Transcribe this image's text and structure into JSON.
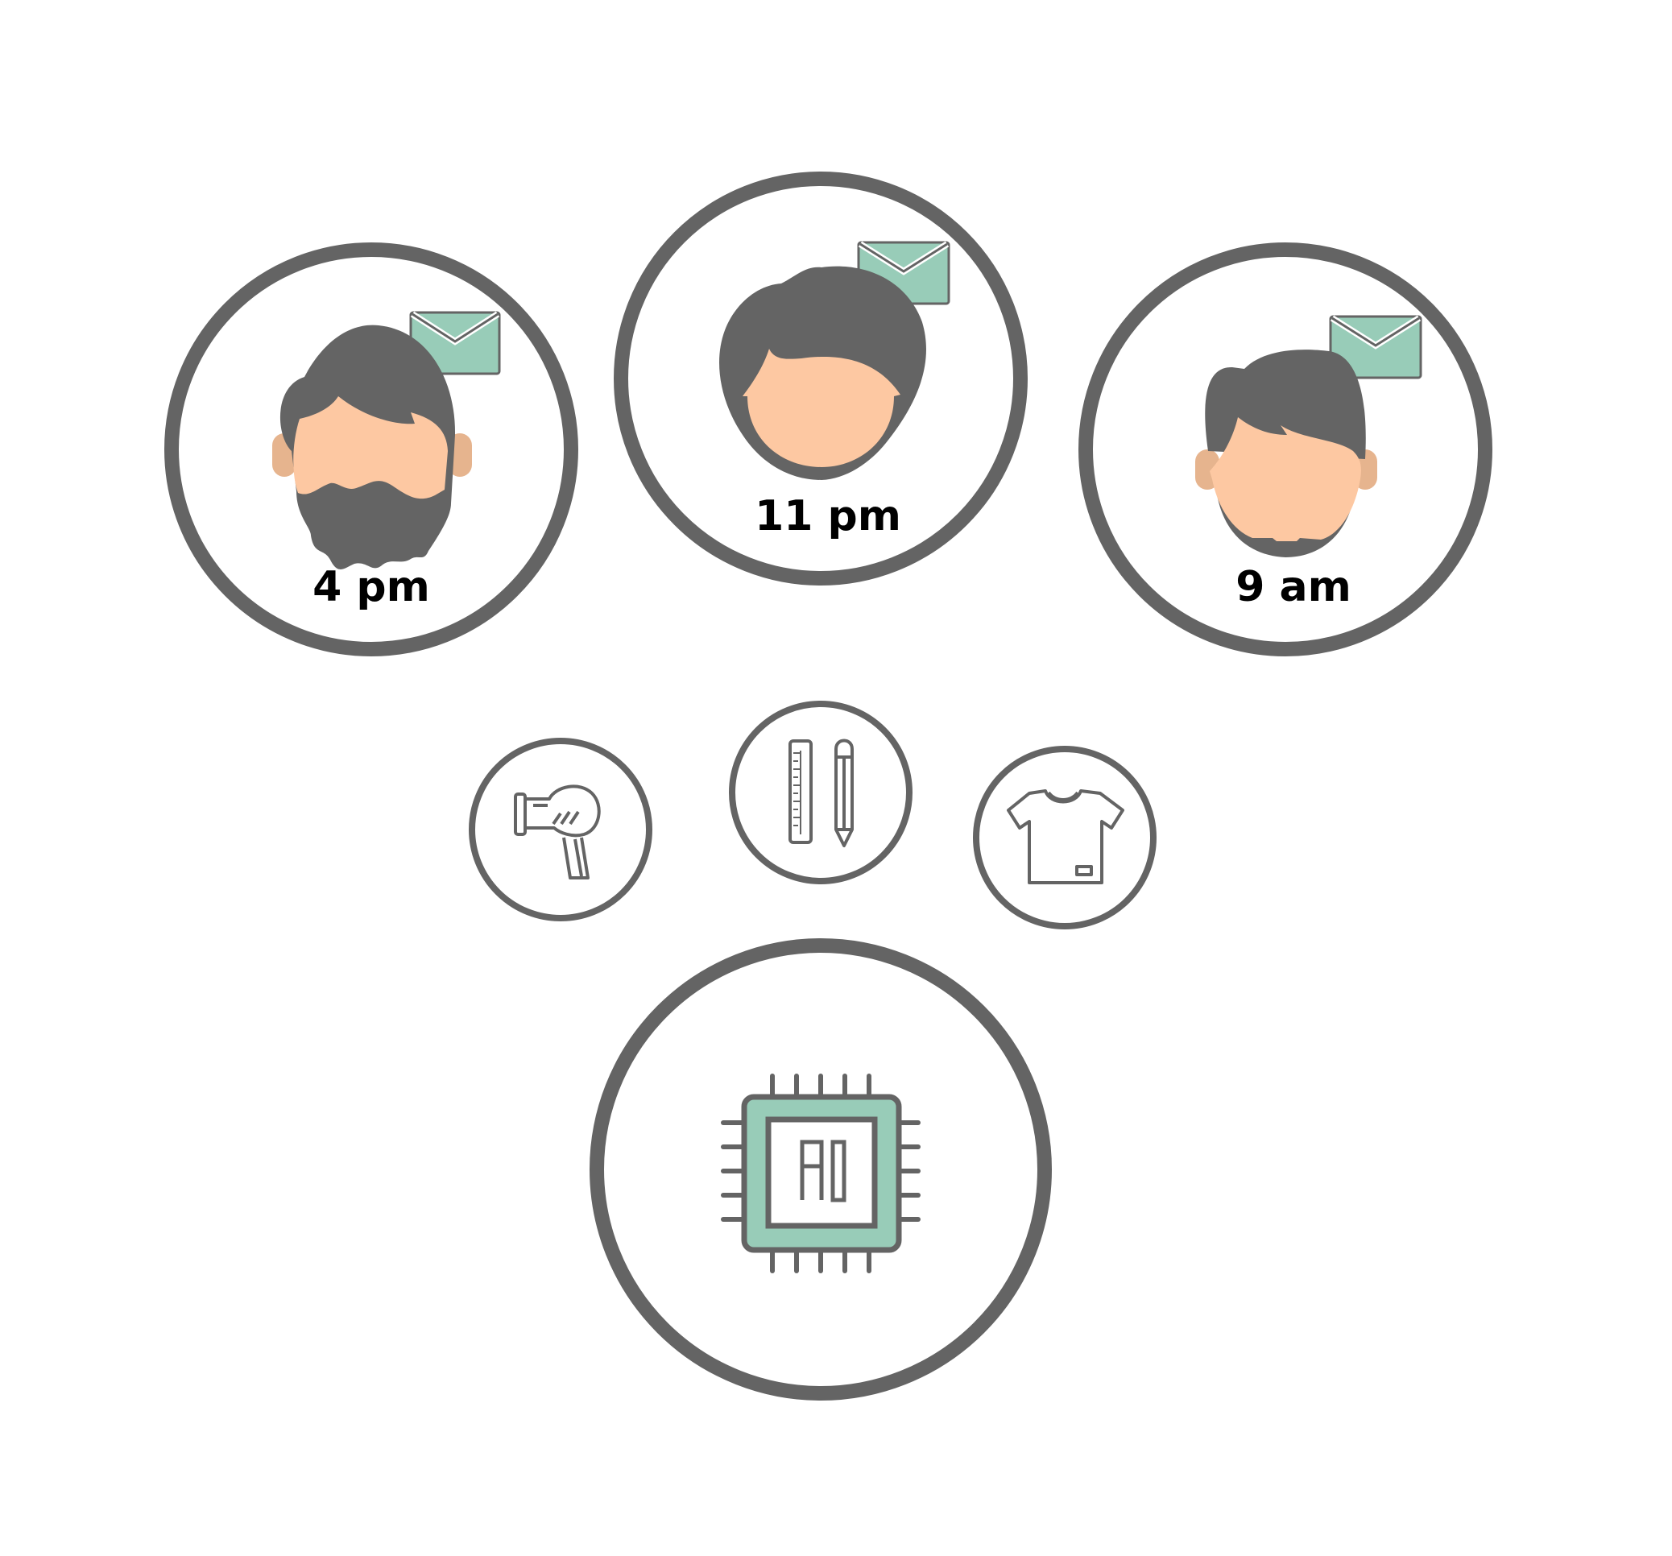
{
  "colors": {
    "ring": "#646464",
    "skin": "#fdc8a2",
    "ear": "#e6b48e",
    "hair": "#646464",
    "envelope": "#98ccb8",
    "chip": "#98ccb8",
    "background": "#ffffff"
  },
  "people": [
    {
      "time": "4 pm",
      "avatar": "bearded-man-icon",
      "has_message": true
    },
    {
      "time": "11 pm",
      "avatar": "woman-short-hair-icon",
      "has_message": true
    },
    {
      "time": "9 am",
      "avatar": "man-with-bun-icon",
      "has_message": true
    }
  ],
  "items": [
    {
      "icon": "hair-dryer-icon"
    },
    {
      "icon": "ruler-pencil-icon"
    },
    {
      "icon": "t-shirt-icon"
    }
  ],
  "ai_chip": {
    "icon": "ai-chip-icon",
    "text": "AI"
  }
}
